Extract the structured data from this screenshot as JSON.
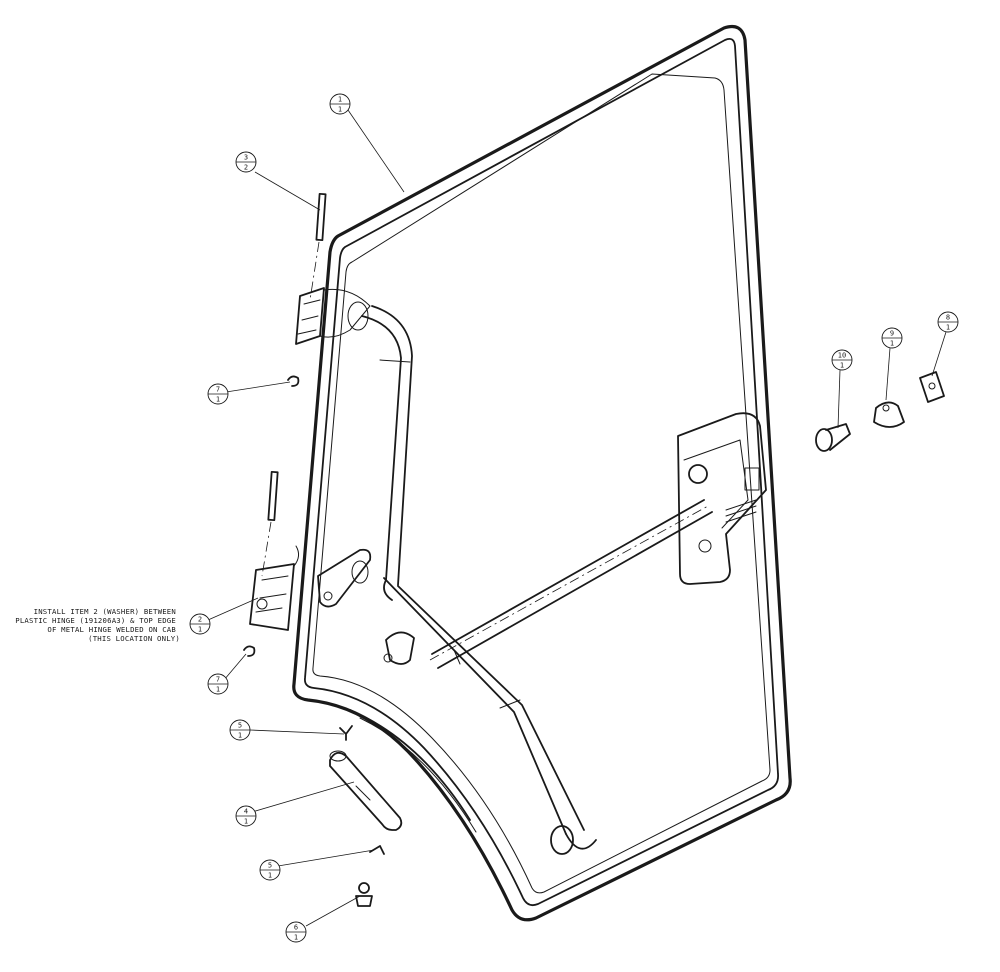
{
  "balloons": [
    {
      "item": "1",
      "qty": "1"
    },
    {
      "item": "3",
      "qty": "2"
    },
    {
      "item": "7",
      "qty": "1"
    },
    {
      "item": "2",
      "qty": "1"
    },
    {
      "item": "7",
      "qty": "1"
    },
    {
      "item": "5",
      "qty": "1"
    },
    {
      "item": "4",
      "qty": "1"
    },
    {
      "item": "5",
      "qty": "1"
    },
    {
      "item": "6",
      "qty": "1"
    },
    {
      "item": "10",
      "qty": "1"
    },
    {
      "item": "9",
      "qty": "1"
    },
    {
      "item": "8",
      "qty": "1"
    }
  ],
  "note": {
    "lines": [
      "INSTALL ITEM 2 (WASHER) BETWEEN",
      "PLASTIC HINGE (191206A3) & TOP EDGE",
      "OF METAL HINGE WELDED ON CAB",
      "(THIS LOCATION ONLY)"
    ]
  }
}
